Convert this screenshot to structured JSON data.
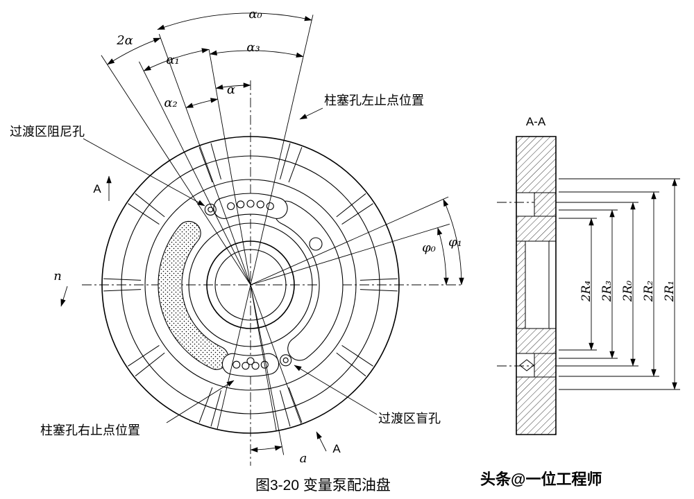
{
  "figure": {
    "caption": "图3-20 变量泵配油盘",
    "watermark": "头条@一位工程师"
  },
  "front_view": {
    "labels": {
      "damping_hole": "过渡区阻尼孔",
      "left_stop": "柱塞孔左止点位置",
      "right_stop": "柱塞孔右止点位置",
      "blind_hole": "过渡区盲孔",
      "rotation": "n",
      "dim_a": "a",
      "section_arrow_top": "A",
      "section_arrow_bottom": "A",
      "angle_alpha0": "α₀",
      "angle_2alpha": "2α",
      "angle_alpha1": "α₁",
      "angle_alpha2": "α₂",
      "angle_alpha3": "α₃",
      "angle_alpha": "α",
      "angle_phi0": "φ₀",
      "angle_phi1": "φ₁"
    }
  },
  "section_view": {
    "title": "A-A",
    "dims": [
      "2R₄",
      "2R₃",
      "2R₀",
      "2R₂",
      "2R₁"
    ]
  },
  "colors": {
    "line": "#000000",
    "background": "#ffffff"
  }
}
